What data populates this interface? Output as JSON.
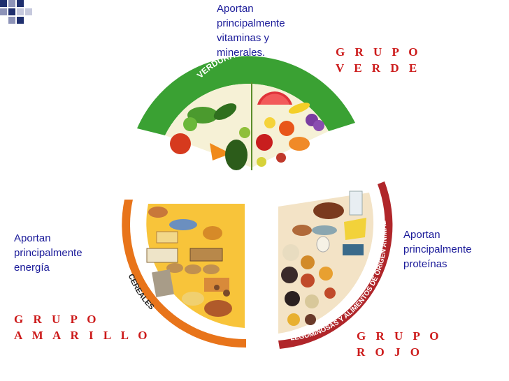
{
  "groups": {
    "green": {
      "description": [
        "Aportan",
        "principalmente",
        "vitaminas y",
        "minerales."
      ],
      "title": [
        "G R U P O",
        "V E R D E"
      ],
      "arc_label": "VERDURAS Y FRUTAS"
    },
    "yellow": {
      "description": [
        "Aportan",
        "principalmente",
        "energía"
      ],
      "title": [
        "G R U P O",
        "A M A R I L L O"
      ],
      "arc_label": "CEREALES"
    },
    "red": {
      "description": [
        "Aportan",
        "principalmente",
        "proteínas"
      ],
      "title": [
        "G R U P O",
        "R O J O"
      ],
      "arc_label": "LEGUMINOSAS Y ALIMENTOS DE ORIGEN ANIMAL"
    }
  },
  "colors": {
    "green_arc": "#3aa133",
    "yellow_arc": "#e8741a",
    "red_arc": "#b0262a",
    "text": "#1a1a99",
    "group_title": "#cc1a1a",
    "deco_square": "#1f2f6e"
  },
  "icons": [
    "vegetables-and-fruits-illustration",
    "cereals-illustration",
    "legumes-and-animal-foods-illustration"
  ]
}
